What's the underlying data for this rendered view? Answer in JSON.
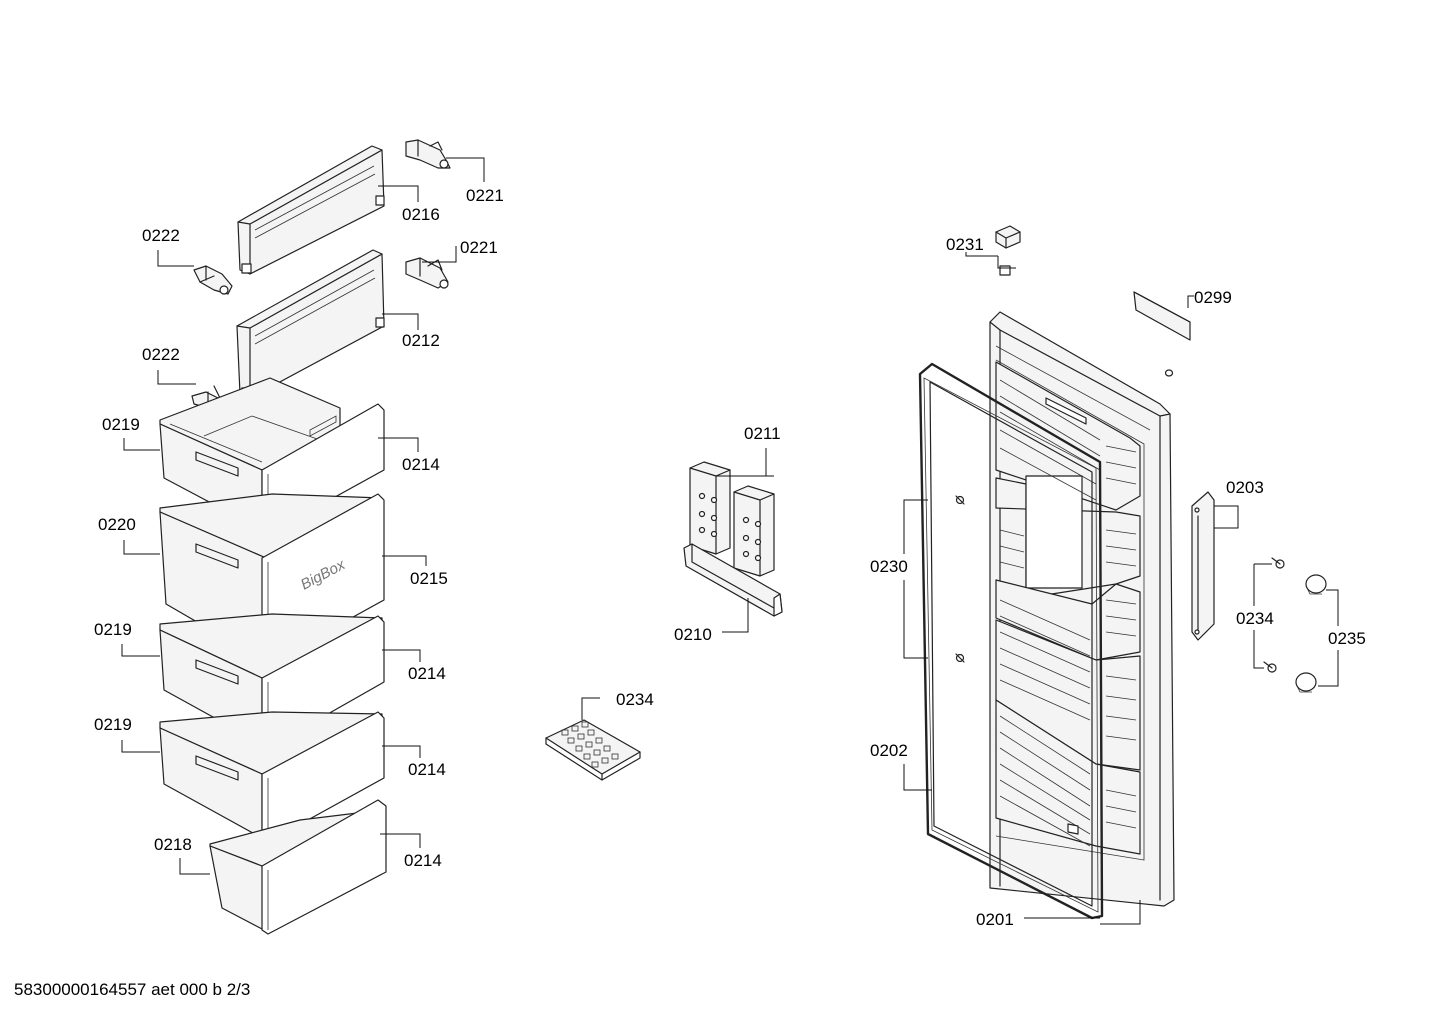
{
  "footer": "58300000164557 aet 000 b 2/3",
  "brand_text": "BigBox",
  "labels": {
    "p0221a": "0221",
    "p0216": "0216",
    "p0222a": "0222",
    "p0221b": "0221",
    "p0212": "0212",
    "p0222b": "0222",
    "p0219a": "0219",
    "p0214a": "0214",
    "p0220": "0220",
    "p0215": "0215",
    "p0219b": "0219",
    "p0214b": "0214",
    "p0219c": "0219",
    "p0214c": "0214",
    "p0218": "0218",
    "p0214d": "0214",
    "p0211": "0211",
    "p0210": "0210",
    "p0234a": "0234",
    "p0231": "0231",
    "p0299": "0299",
    "p0203": "0203",
    "p0230": "0230",
    "p0234b": "0234",
    "p0235": "0235",
    "p0202": "0202",
    "p0201": "0201"
  }
}
